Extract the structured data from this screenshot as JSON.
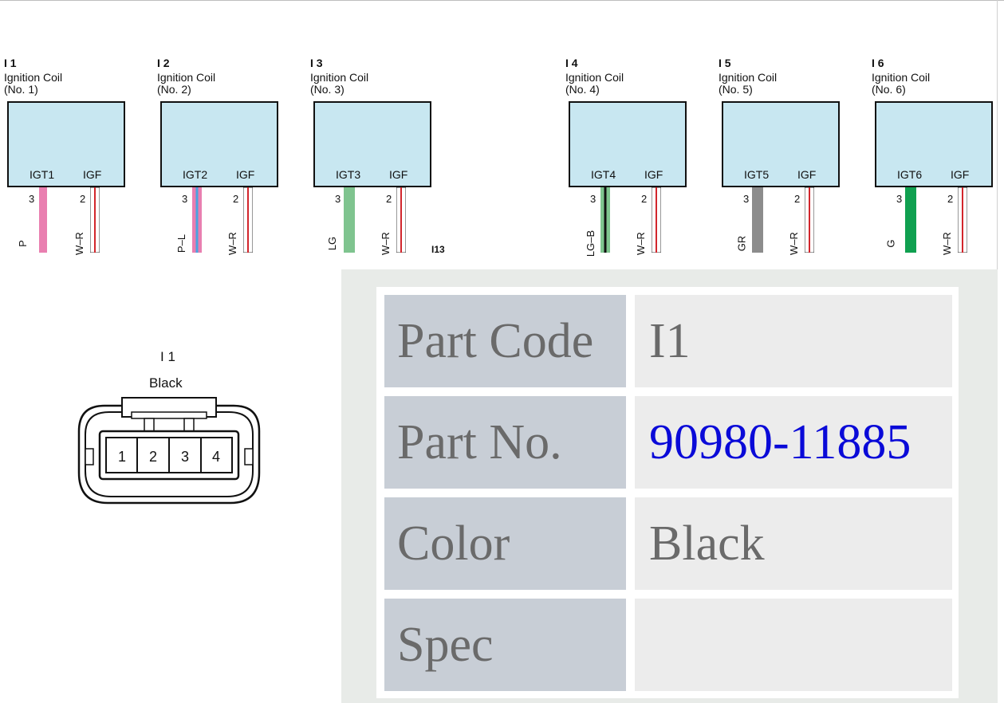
{
  "coils": [
    {
      "id": "I 1",
      "name": "Ignition Coil",
      "num": "(No. 1)",
      "term1": "IGT1",
      "term2": "IGF",
      "pin1": "3",
      "pin2": "2",
      "wire1_label": "P",
      "wire2_label": "W–R",
      "wire1_colors": [
        "#e97fb0"
      ]
    },
    {
      "id": "I 2",
      "name": "Ignition Coil",
      "num": "(No. 2)",
      "term1": "IGT2",
      "term2": "IGF",
      "pin1": "3",
      "pin2": "2",
      "wire1_label": "P–L",
      "wire2_label": "W–R",
      "wire1_colors": [
        "#e97fb0",
        "#4aa3df"
      ]
    },
    {
      "id": "I 3",
      "name": "Ignition Coil",
      "num": "(No. 3)",
      "term1": "IGT3",
      "term2": "IGF",
      "pin1": "3",
      "pin2": "2",
      "wire1_label": "LG",
      "wire2_label": "W–R",
      "wire1_colors": [
        "#7fc48f"
      ]
    },
    {
      "id": "I 4",
      "name": "Ignition Coil",
      "num": "(No. 4)",
      "term1": "IGT4",
      "term2": "IGF",
      "pin1": "3",
      "pin2": "2",
      "wire1_label": "LG–B",
      "wire2_label": "W–R",
      "wire1_colors": [
        "#7fc48f",
        "#111111"
      ]
    },
    {
      "id": "I 5",
      "name": "Ignition Coil",
      "num": "(No. 5)",
      "term1": "IGT5",
      "term2": "IGF",
      "pin1": "3",
      "pin2": "2",
      "wire1_label": "GR",
      "wire2_label": "W–R",
      "wire1_colors": [
        "#8c8c8c"
      ]
    },
    {
      "id": "I 6",
      "name": "Ignition Coil",
      "num": "(No. 6)",
      "term1": "IGT6",
      "term2": "IGF",
      "pin1": "3",
      "pin2": "2",
      "wire1_label": "G",
      "wire2_label": "W–R",
      "wire1_colors": [
        "#10a050"
      ]
    }
  ],
  "stray_label": "I13",
  "connector": {
    "id": "I 1",
    "color": "Black",
    "pins": [
      "1",
      "2",
      "3",
      "4"
    ]
  },
  "info": {
    "part_code_label": "Part Code",
    "part_code_value": "I1",
    "part_no_label": "Part No.",
    "part_no_value": "90980-11885",
    "color_label": "Color",
    "color_value": "Black",
    "spec_label": "Spec",
    "spec_value": ""
  },
  "colors": {
    "coil_fill": "#c8e7f1",
    "link": "#0a0ad8",
    "label_cell": "#c8ced6",
    "value_cell": "#ececec"
  }
}
